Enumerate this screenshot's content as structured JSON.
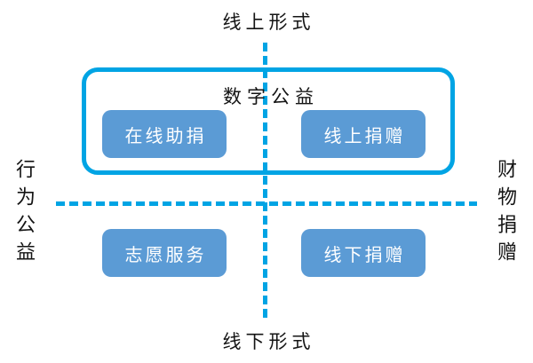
{
  "diagram": {
    "type": "quadrant",
    "axes": {
      "top": "线上形式",
      "bottom": "线下形式",
      "left": "行为公益",
      "right": "财物捐赠"
    },
    "group": {
      "title": "数字公益"
    },
    "boxes": {
      "top_left": "在线助捐",
      "top_right": "线上捐赠",
      "bottom_left": "志愿服务",
      "bottom_right": "线下捐赠"
    },
    "colors": {
      "accent_blue": "#00A4E4",
      "box_fill": "#5B9BD5",
      "box_text": "#FFFFFF",
      "label_text": "#141414"
    }
  }
}
